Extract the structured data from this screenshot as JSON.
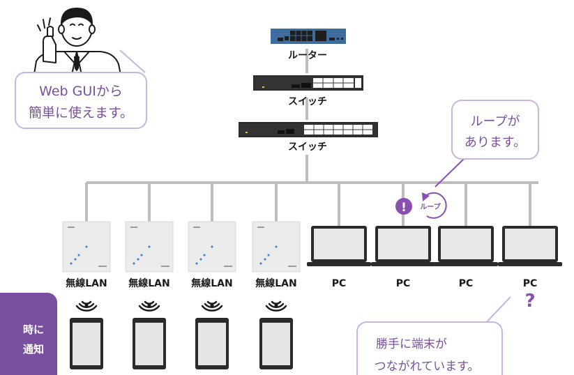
{
  "colors": {
    "accent": "#7b4fa0",
    "line": "#bdbdbd",
    "device_dark": "#2b2b2b",
    "router_blue": "#3f6c9e",
    "alert": "#8a4fb0"
  },
  "network": {
    "router_label": "ルーター",
    "switch1_label": "スイッチ",
    "switch2_label": "スイッチ",
    "loop_label": "ループ"
  },
  "devices": {
    "ap_labels": [
      "無線LAN",
      "無線LAN",
      "無線LAN",
      "無線LAN"
    ],
    "pc_labels": [
      "PC",
      "PC",
      "PC",
      "PC"
    ],
    "unknown_mark": "?",
    "alert_mark": "!"
  },
  "bubbles": {
    "gui_line1": "Web GUIから",
    "gui_line2": "簡単に使えます。",
    "loop_line1": "ループが",
    "loop_line2": "あります。",
    "unknown_line1": "勝手に端末が",
    "unknown_line2": "つながれています。"
  },
  "notice": {
    "line1": "時に",
    "line2": "通知"
  }
}
